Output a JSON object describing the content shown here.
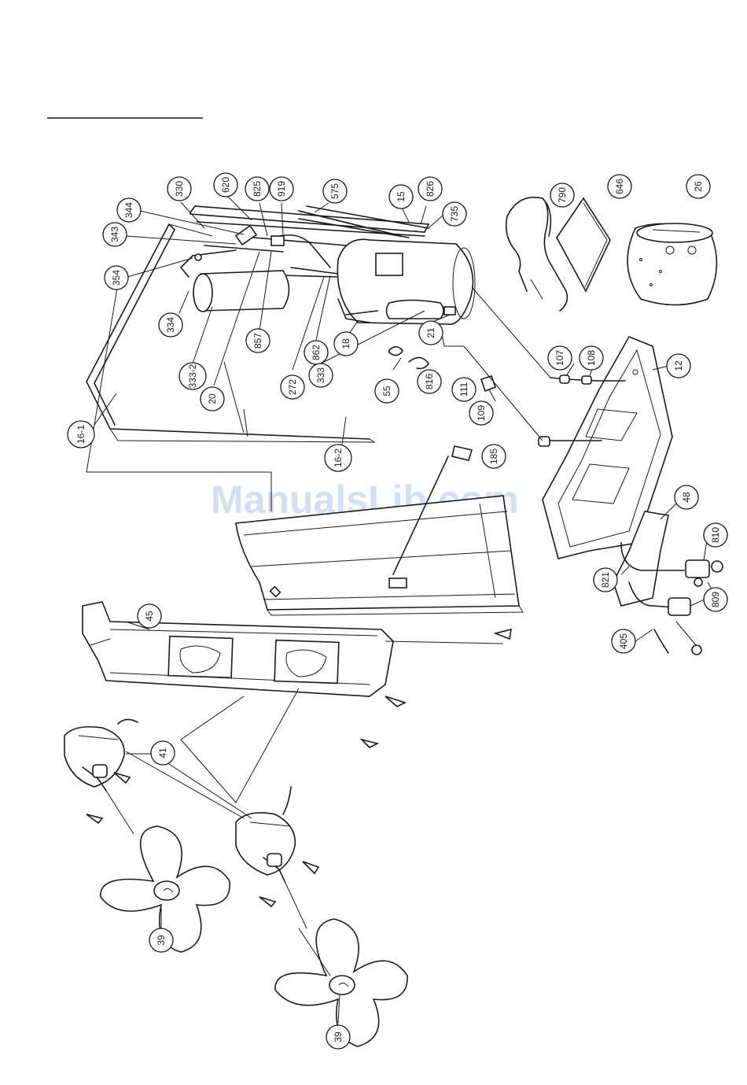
{
  "watermark": "ManualsLib.com",
  "callouts": [
    {
      "label": "330"
    },
    {
      "label": "620"
    },
    {
      "label": "825"
    },
    {
      "label": "919"
    },
    {
      "label": "575"
    },
    {
      "label": "15"
    },
    {
      "label": "826"
    },
    {
      "label": "735"
    },
    {
      "label": "790"
    },
    {
      "label": "646"
    },
    {
      "label": "26"
    },
    {
      "label": "344"
    },
    {
      "label": "343"
    },
    {
      "label": "354"
    },
    {
      "label": "334"
    },
    {
      "label": "333-2"
    },
    {
      "label": "857"
    },
    {
      "label": "20"
    },
    {
      "label": "272"
    },
    {
      "label": "862"
    },
    {
      "label": "18"
    },
    {
      "label": "333"
    },
    {
      "label": "21"
    },
    {
      "label": "55"
    },
    {
      "label": "816"
    },
    {
      "label": "111"
    },
    {
      "label": "109"
    },
    {
      "label": "107"
    },
    {
      "label": "108"
    },
    {
      "label": "12"
    },
    {
      "label": "16-1"
    },
    {
      "label": "16-2"
    },
    {
      "label": "185"
    },
    {
      "label": "48"
    },
    {
      "label": "810"
    },
    {
      "label": "821"
    },
    {
      "label": "809"
    },
    {
      "label": "405"
    },
    {
      "label": "45"
    },
    {
      "label": "41"
    },
    {
      "label": "39"
    },
    {
      "label": "39"
    }
  ]
}
